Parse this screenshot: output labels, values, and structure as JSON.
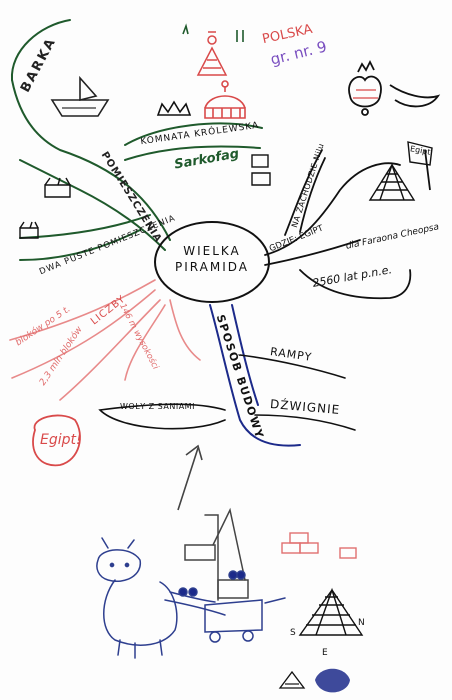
{
  "colors": {
    "green": "#1f5a2c",
    "black": "#111111",
    "red": "#d94a4a",
    "pink": "#e88a8a",
    "blue": "#2e3f8f",
    "navy": "#1c2a8a",
    "purple": "#7a4fc0"
  },
  "center": {
    "line1": "WIELKA",
    "line2": "PIRAMIDA"
  },
  "labels": {
    "barki": "BARKA",
    "pomieszczenia": "POMIESZCZENIA",
    "komnata": "KOMNATA KRÓLEWSKA",
    "sarkofag": "Sarkofag",
    "dwa_puste": "DWA PUSTE POMIESZCZENIA",
    "gdzie": "GDZIE: EGIPT",
    "na_zachodzie": "NA ZACHODZIE Nilu",
    "dla_faraona": "dla Faraona Cheopsa",
    "lat": "2560 lat p.n.e.",
    "egipt_flag": "Egipt",
    "polska": "POLSKA",
    "grupa": "gr. nr. 9",
    "sposob": "SPOSÓB BUDOWY",
    "rampy": "RAMPY",
    "dzwignie": "DŹWIGNIE",
    "woly": "WOŁY Z SANIAMI",
    "liczby": "LICZBY",
    "bloki": "bloków po 5 t.",
    "mln": "2,3 mln bloków",
    "wysokosc": "146 m wysokości",
    "egipt_stamp": "Egipt!",
    "compass_s": "S",
    "compass_n": "N",
    "compass_e": "E"
  },
  "icons": [
    "boat-icon",
    "crown-icon",
    "pyramid-icon",
    "stone-blocks-icon",
    "ox-cart-icon",
    "compass-icon"
  ]
}
